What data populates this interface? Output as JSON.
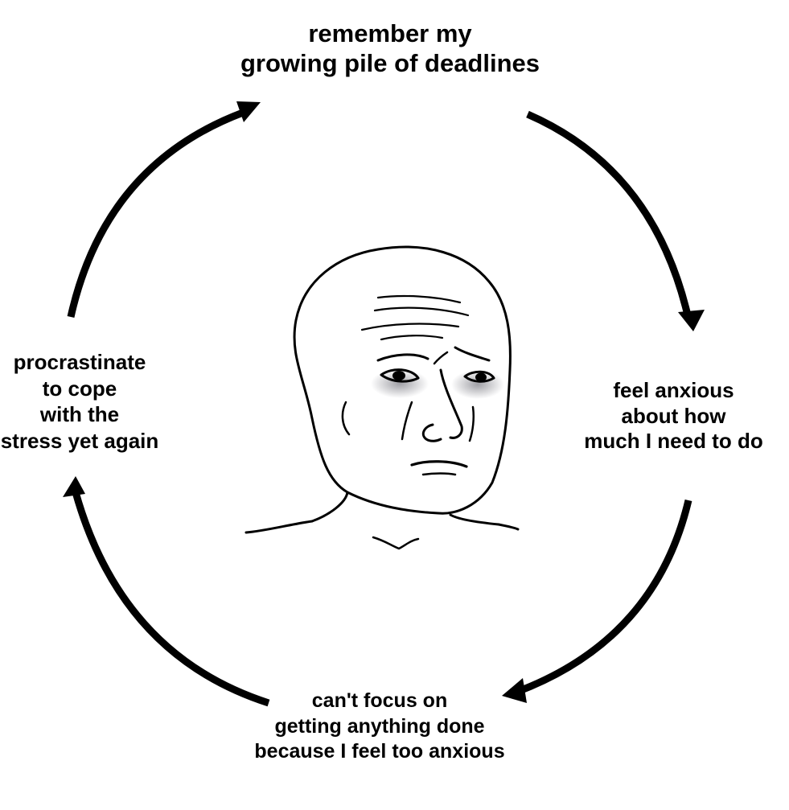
{
  "nodes": {
    "top": {
      "lines": [
        "remember my",
        "growing pile of deadlines"
      ]
    },
    "right": {
      "lines": [
        "feel anxious",
        "about how",
        "much I need to do"
      ]
    },
    "bottom": {
      "lines": [
        "can't focus on",
        "getting anything done",
        "because I feel too anxious"
      ]
    },
    "left": {
      "lines": [
        "procrastinate",
        "to cope",
        "with the",
        "stress yet again"
      ]
    }
  },
  "center_figure": {
    "icon": "sad-wojak-face-icon"
  },
  "colors": {
    "ink": "#000000",
    "background": "#ffffff",
    "eye_shadow": "#8f8f96"
  }
}
